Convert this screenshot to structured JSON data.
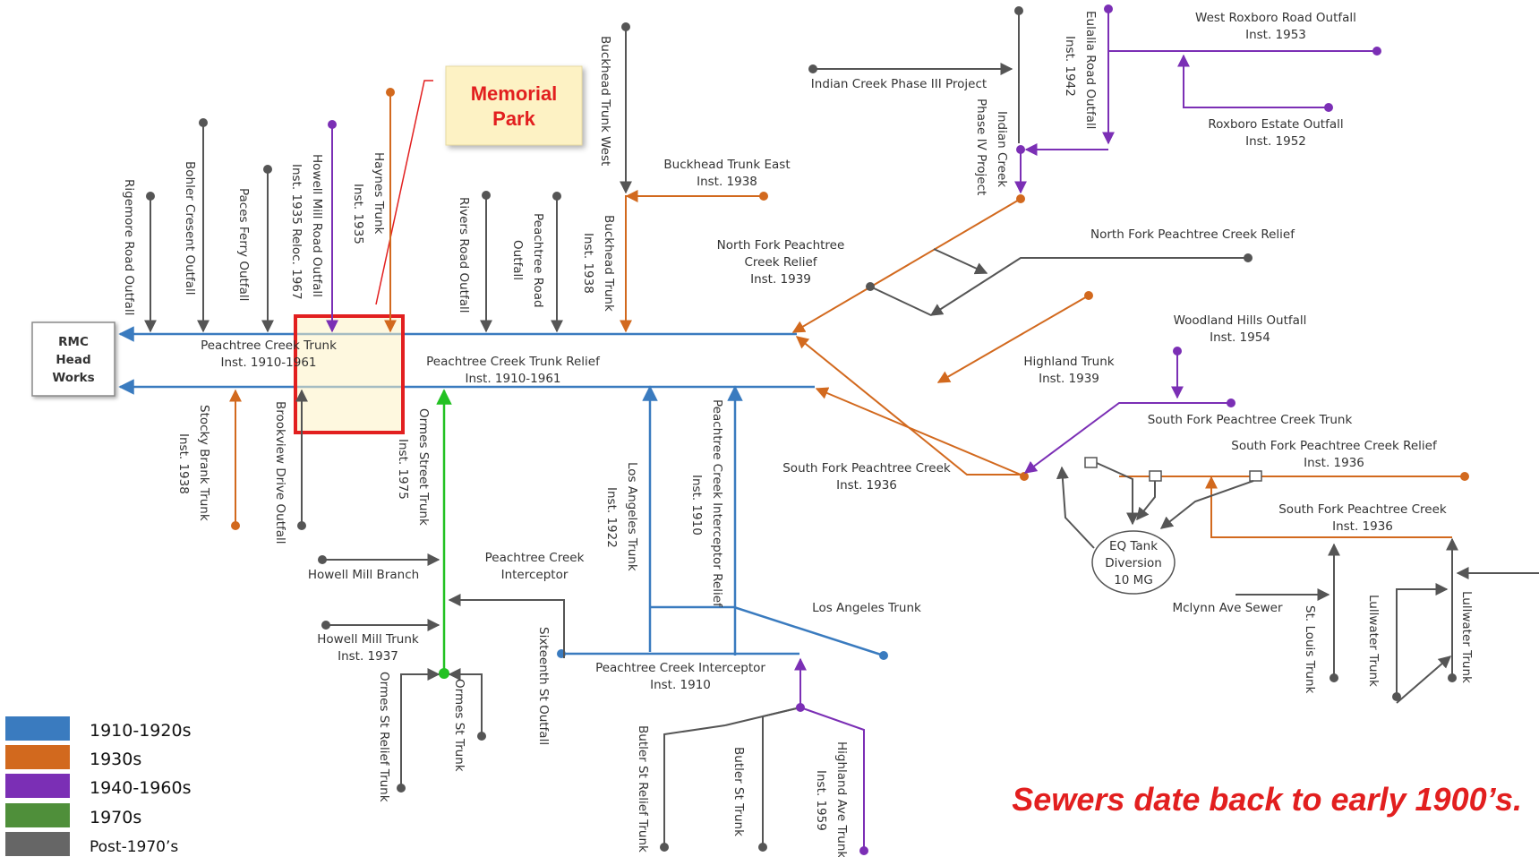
{
  "colors": {
    "era_1910s": "#3a7bbf",
    "era_1930s": "#d2691e",
    "era_1940s": "#7b2fb5",
    "era_1970s": "#22c122",
    "post_1970": "#555555",
    "callout_red": "#e21f1f",
    "callout_bg": "#fdf2c4"
  },
  "head_works": {
    "line1": "RMC",
    "line2": "Head",
    "line3": "Works"
  },
  "callout": {
    "line1": "Memorial",
    "line2": "Park"
  },
  "slogan": "Sewers date back to early 1900’s.",
  "legend": [
    {
      "label": "1910-1920s",
      "color": "#3a7bbf"
    },
    {
      "label": "1930s",
      "color": "#d2691e"
    },
    {
      "label": "1940-1960s",
      "color": "#7b2fb5"
    },
    {
      "label": "1970s",
      "color": "#4f8f3a"
    },
    {
      "label": "Post-1970’s",
      "color": "#666666"
    }
  ],
  "labels": {
    "peachtree_creek_trunk": "Peachtree Creek Trunk",
    "peachtree_creek_trunk_inst": "Inst. 1910-1961",
    "peachtree_creek_trunk_relief": "Peachtree Creek Trunk Relief",
    "peachtree_creek_trunk_relief_inst": "Inst. 1910-1961",
    "rigemore": "Rigemore Road Outfall",
    "bohler": "Bohler Cresent Outfall",
    "paces_ferry": "Paces Ferry Outfall",
    "howell_mill_road_1": "Howell Mill Road Outfall",
    "howell_mill_road_2": "Inst. 1935 Reloc. 1967",
    "haynes_1": "Haynes Trunk",
    "haynes_2": "Inst. 1935",
    "rivers_road": "Rivers Road Outfall",
    "peachtree_road_1": "Peachtree Road",
    "peachtree_road_2": "Outfall",
    "buckhead_west": "Buckhead Trunk West",
    "buckhead_trunk_1": "Buckhead Trunk",
    "buckhead_trunk_2": "Inst. 1938",
    "buckhead_east_1": "Buckhead Trunk East",
    "buckhead_east_2": "Inst. 1938",
    "north_fork_relief_1": "North Fork Peachtree",
    "north_fork_relief_2": "Creek Relief",
    "north_fork_relief_3": "Inst. 1939",
    "north_fork_relief_right": "North Fork Peachtree Creek Relief",
    "indian_creek_iii": "Indian Creek Phase III Project",
    "indian_creek_iv_1": "Indian Creek",
    "indian_creek_iv_2": "Phase IV Project",
    "eulalia_1": "Eulalia Road Outfall",
    "eulalia_2": "Inst. 1942",
    "west_roxboro_1": "West Roxboro Road Outfall",
    "west_roxboro_2": "Inst. 1953",
    "roxboro_estate_1": "Roxboro Estate Outfall",
    "roxboro_estate_2": "Inst. 1952",
    "woodland_hills_1": "Woodland Hills Outfall",
    "woodland_hills_2": "Inst. 1954",
    "highland_trunk_1": "Highland Trunk",
    "highland_trunk_2": "Inst. 1939",
    "south_fork_trunk": "South Fork Peachtree Creek Trunk",
    "south_fork_relief_1": "South Fork Peachtree Creek Relief",
    "south_fork_relief_2": "Inst. 1936",
    "south_fork_mid_1": "South Fork Peachtree Creek",
    "south_fork_mid_2": "Inst. 1936",
    "south_fork_right_1": "South Fork Peachtree Creek",
    "south_fork_right_2": "Inst. 1936",
    "eq_tank_1": "EQ Tank",
    "eq_tank_2": "Diversion",
    "eq_tank_3": "10 MG",
    "mclynn": "Mclynn Ave Sewer",
    "st_louis": "St. Louis Trunk",
    "lullwater_1": "Lullwater Trunk",
    "lullwater_2": "Lullwater Trunk",
    "stocky_brank_1": "Stocky Brank Trunk",
    "stocky_brank_2": "Inst. 1938",
    "brookview": "Brookview Drive Outfall",
    "ormes_street_1": "Ormes Street Trunk",
    "ormes_street_2": "Inst. 1975",
    "los_angeles_v_1": "Los Angeles Trunk",
    "los_angeles_v_2": "Inst. 1922",
    "interceptor_relief_1": "Peachtree Creek Interceptor Relief",
    "interceptor_relief_2": "Inst. 1910",
    "los_angeles_h": "Los Angeles Trunk",
    "howell_mill_branch": "Howell Mill Branch",
    "interceptor_mid_1": "Peachtree Creek",
    "interceptor_mid_2": "Interceptor",
    "howell_mill_trunk_1": "Howell Mill Trunk",
    "howell_mill_trunk_2": "Inst. 1937",
    "ormes_st_relief": "Ormes St Relief Trunk",
    "ormes_st": "Ormes St Trunk",
    "sixteenth": "Sixteenth St Outfall",
    "interceptor_low_1": "Peachtree Creek Interceptor",
    "interceptor_low_2": "Inst. 1910",
    "butler_relief": "Butler St Relief Trunk",
    "butler": "Butler St Trunk",
    "highland_ave_1": "Highland Ave Trunk",
    "highland_ave_2": "Inst. 1959"
  }
}
